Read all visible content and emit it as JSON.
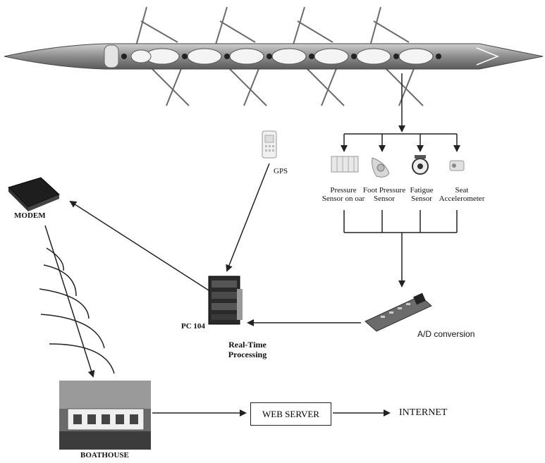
{
  "labels": {
    "gps": "GPS",
    "pressure_sensor": [
      "Pressure",
      "Sensor on oar"
    ],
    "foot_pressure_sensor": [
      "Foot Pressure",
      "Sensor"
    ],
    "fatigue_sensor": [
      "Fatigue",
      "Sensor"
    ],
    "seat_accelerometer": [
      "Seat",
      "Accelerometer"
    ],
    "modem": "MODEM",
    "pc104": "PC 104",
    "realtime": [
      "Real-Time",
      "Processing"
    ],
    "ad_conversion": "A/D conversion",
    "boathouse": "BOATHOUSE",
    "web_server": "WEB SERVER",
    "internet": "INTERNET"
  },
  "icons": {
    "boat": "rowing-boat-icon",
    "gps": "gps-device-icon",
    "modem": "modem-icon",
    "pc104": "pc104-computer-icon",
    "ad": "circuit-board-icon",
    "boathouse": "boathouse-photo-icon"
  },
  "colors": {
    "line": "#222222",
    "boat_body": "#8b8b8b",
    "device": "#2a2a2a"
  }
}
